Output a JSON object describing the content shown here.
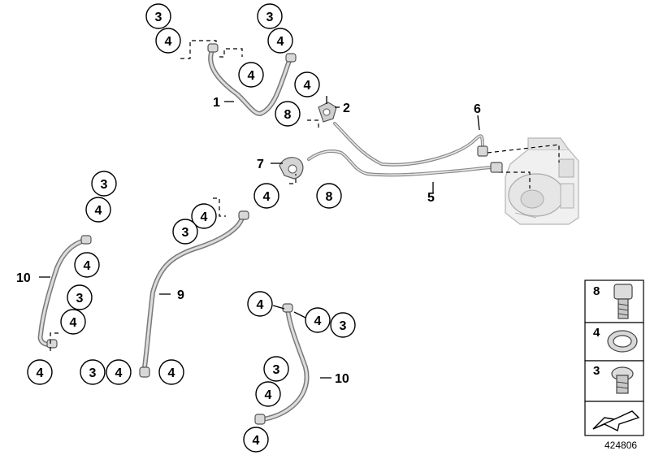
{
  "callouts": [
    {
      "id": "c1",
      "text": "3"
    },
    {
      "id": "c2",
      "text": "4"
    },
    {
      "id": "c3",
      "text": "3"
    },
    {
      "id": "c4",
      "text": "4"
    },
    {
      "id": "c5",
      "text": "4"
    },
    {
      "id": "c6",
      "text": "4"
    },
    {
      "id": "c7",
      "text": "8"
    },
    {
      "id": "c8",
      "text": "4"
    },
    {
      "id": "c9",
      "text": "8"
    },
    {
      "id": "c10",
      "text": "4"
    },
    {
      "id": "c11",
      "text": "3"
    },
    {
      "id": "c12",
      "text": "3"
    },
    {
      "id": "c13",
      "text": "4"
    },
    {
      "id": "c14",
      "text": "4"
    },
    {
      "id": "c15",
      "text": "3"
    },
    {
      "id": "c16",
      "text": "4"
    },
    {
      "id": "c17",
      "text": "4"
    },
    {
      "id": "c18",
      "text": "3"
    },
    {
      "id": "c19",
      "text": "4"
    },
    {
      "id": "c20",
      "text": "4"
    },
    {
      "id": "c21",
      "text": "4"
    },
    {
      "id": "c22",
      "text": "4"
    },
    {
      "id": "c23",
      "text": "3"
    },
    {
      "id": "c24",
      "text": "3"
    },
    {
      "id": "c25",
      "text": "4"
    },
    {
      "id": "c26",
      "text": "4"
    }
  ],
  "labels": {
    "l1": "1",
    "l2": "2",
    "l5": "5",
    "l6": "6",
    "l7": "7",
    "l9": "9",
    "l10a": "10",
    "l10b": "10"
  },
  "legend": {
    "items": [
      {
        "number": "8",
        "icon": "screw-icon"
      },
      {
        "number": "4",
        "icon": "sealing-ring-icon"
      },
      {
        "number": "3",
        "icon": "banjo-bolt-icon"
      }
    ],
    "arrow_icon": "direction-arrow-icon"
  },
  "document_number": "424806"
}
